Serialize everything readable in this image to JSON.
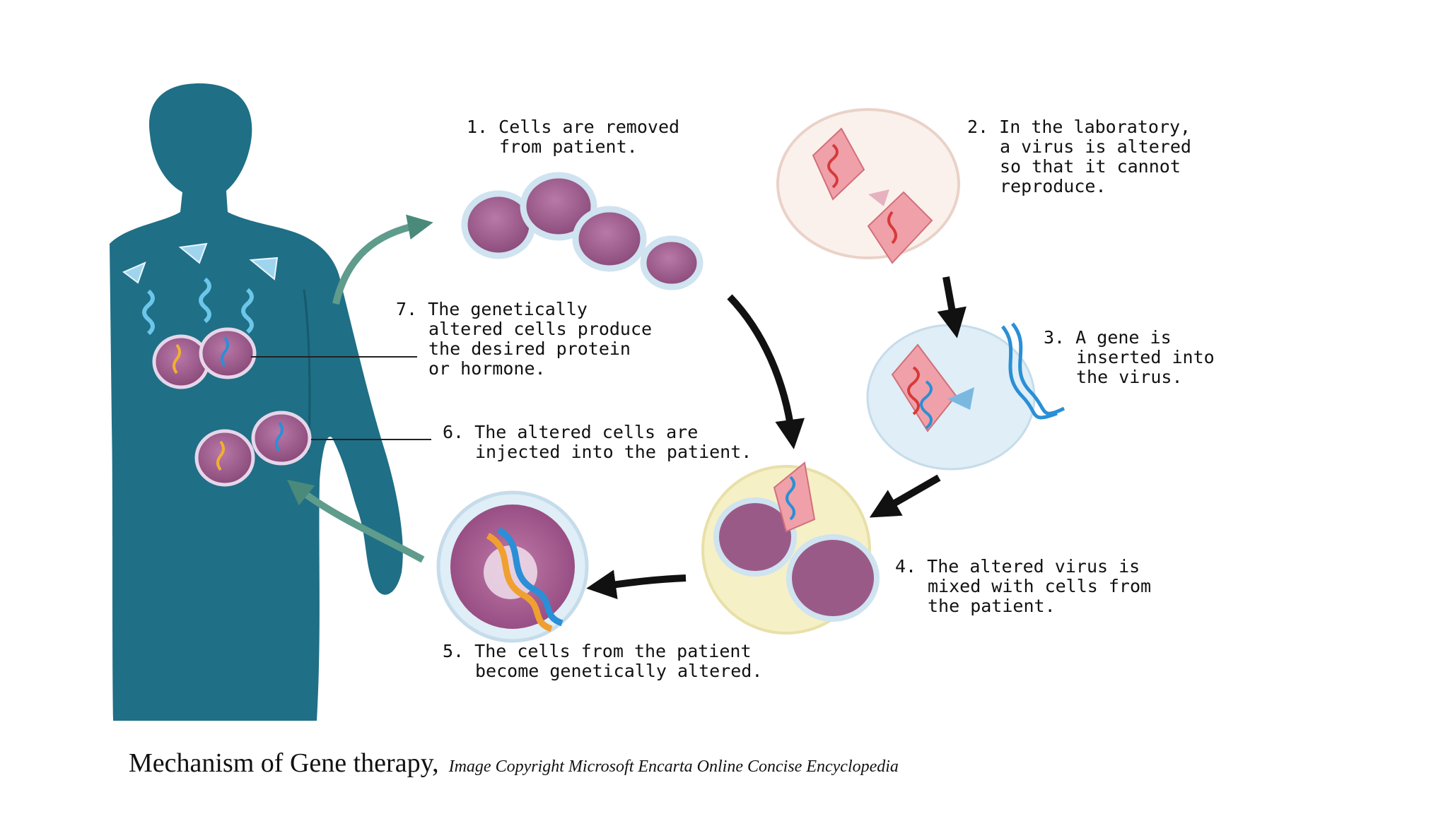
{
  "steps": [
    {
      "number": "1.",
      "lines": [
        "Cells are removed",
        "from patient."
      ]
    },
    {
      "number": "2.",
      "lines": [
        "In the laboratory,",
        "a virus is altered",
        "so that it cannot",
        "reproduce."
      ]
    },
    {
      "number": "3.",
      "lines": [
        "A gene is",
        "inserted into",
        "the virus."
      ]
    },
    {
      "number": "4.",
      "lines": [
        "The altered virus is",
        "mixed with cells from",
        "the patient."
      ]
    },
    {
      "number": "5.",
      "lines": [
        "The cells from the patient",
        "become genetically altered."
      ]
    },
    {
      "number": "6.",
      "lines": [
        "The altered cells are",
        "injected into the patient."
      ]
    },
    {
      "number": "7.",
      "lines": [
        "The genetically",
        "altered cells produce",
        "the desired protein",
        "or hormone."
      ]
    }
  ],
  "caption": {
    "main": "Mechanism of Gene therapy,",
    "credit": "Image Copyright Microsoft Encarta Online Concise Encyclopedia"
  },
  "colors": {
    "body": "#1f6f86",
    "cell_fill": "#a05c8e",
    "cell_membrane": "#cfe3f0",
    "virus": "#f0a0a8",
    "dna_red": "#d63a3a",
    "dna_blue": "#2a8fd6",
    "arrow": "#111111",
    "arrow_teal": "#5f9c8c"
  },
  "icons": [
    "human-silhouette",
    "cell-cluster",
    "virus-capsule",
    "dna-strand",
    "flow-arrow"
  ]
}
